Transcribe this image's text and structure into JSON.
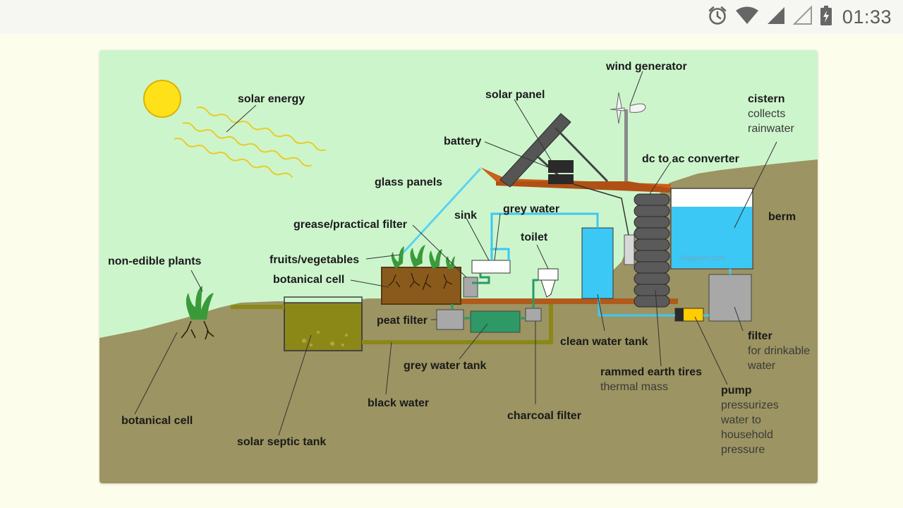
{
  "status_bar": {
    "time": "01:33",
    "icons": [
      "alarm-icon",
      "wifi-icon",
      "cell-signal-icon",
      "cell-signal-empty-icon",
      "battery-charging-icon"
    ]
  },
  "diagram": {
    "labels": {
      "solar_energy": "solar energy",
      "wind_generator": "wind generator",
      "solar_panel": "solar panel",
      "battery": "battery",
      "cistern": "cistern",
      "cistern_sub1": "collects",
      "cistern_sub2": "rainwater",
      "glass_panels": "glass panels",
      "dc_to_ac": "dc to ac converter",
      "berm": "berm",
      "grease_filter": "grease/practical filter",
      "sink": "sink",
      "grey_water": "grey water",
      "toilet": "toilet",
      "fruits_vegetables": "fruits/vegetables",
      "non_edible_plants": "non-edible plants",
      "botanical_cell_top": "botanical cell",
      "peat_filter": "peat filter",
      "clean_water_tank": "clean water tank",
      "filter": "filter",
      "filter_sub1": "for drinkable",
      "filter_sub2": "water",
      "grey_water_tank": "grey water tank",
      "rammed_earth": "rammed earth tires",
      "rammed_earth_sub": "thermal mass",
      "black_water": "black water",
      "pump": "pump",
      "pump_sub1": "pressurizes",
      "pump_sub2": "water to",
      "pump_sub3": "household",
      "pump_sub4": "pressure",
      "charcoal_filter": "charcoal filter",
      "botanical_cell_bottom": "botanical cell",
      "solar_septic_tank": "solar septic tank",
      "watermark": "©iagram.com"
    },
    "colors": {
      "sky": "#cdf5cc",
      "ground": "#9c9462",
      "sun": "#ffe11a",
      "water": "#3cc8f4",
      "septic": "#8c8818",
      "tank_green": "#2e9866",
      "soil": "#8a5a1c",
      "roof": "#c8601c",
      "tire": "#5a5a5a",
      "filter_grey": "#a8a8a8"
    }
  }
}
